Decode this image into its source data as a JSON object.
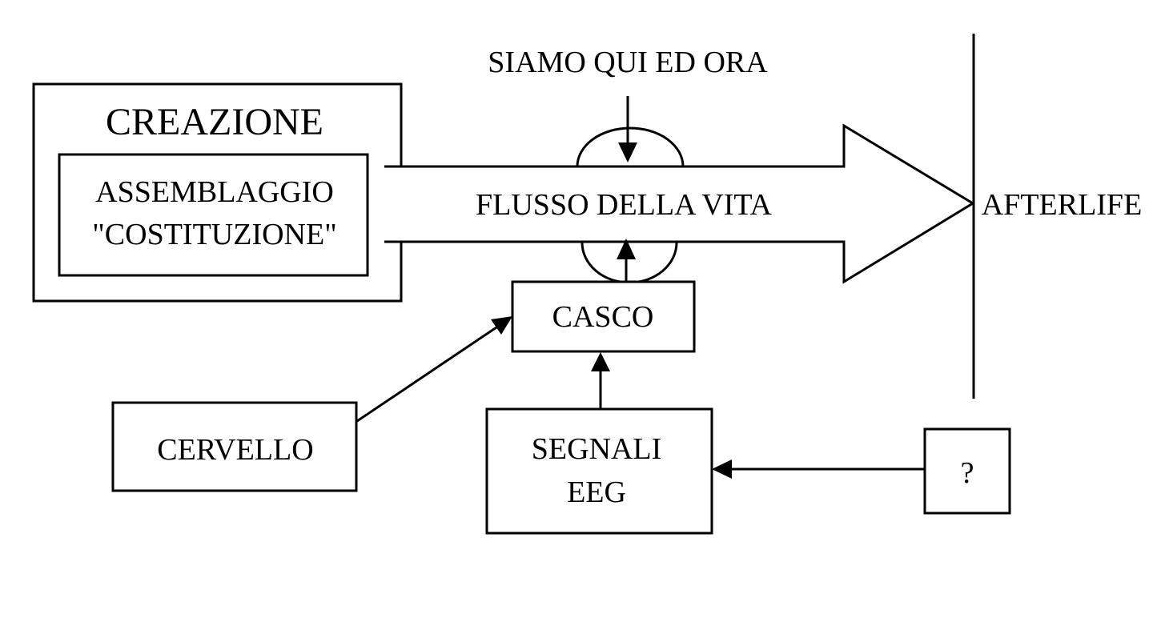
{
  "diagram": {
    "creation_box": {
      "title": "CREAZIONE"
    },
    "assembly_box": {
      "line1": "ASSEMBLAGGIO",
      "line2": "\"COSTITUZIONE\""
    },
    "top_label": "SIAMO QUI ED ORA",
    "flow_arrow": {
      "label": "FLUSSO DELLA VITA"
    },
    "afterlife_label": "AFTERLIFE",
    "casco_box": {
      "label": "CASCO"
    },
    "cervello_box": {
      "label": "CERVELLO"
    },
    "segnali_box": {
      "line1": "SEGNALI",
      "line2": "EEG"
    },
    "unknown_box": {
      "label": "?"
    }
  }
}
